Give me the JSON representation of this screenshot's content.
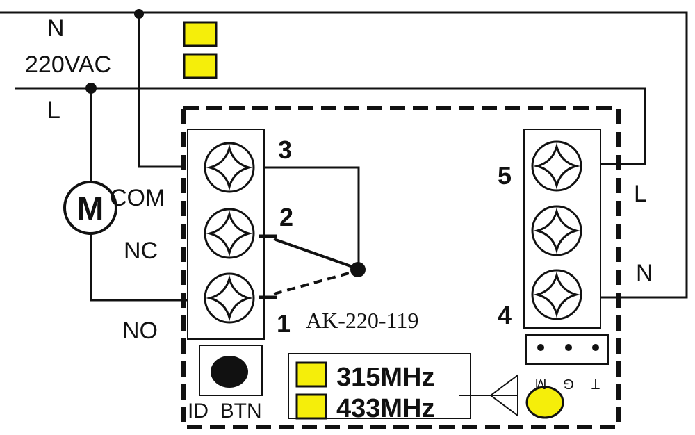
{
  "mains": {
    "neutral_label": "N",
    "voltage_label": "220VAC",
    "live_label": "L"
  },
  "motor": {
    "symbol": "M"
  },
  "relay_labels": {
    "com": "COM",
    "nc": "NC",
    "no": "NO"
  },
  "terminals_left": {
    "t3": "3",
    "t2": "2",
    "t1": "1"
  },
  "terminals_right": {
    "t5": "5",
    "t4": "4",
    "live": "L",
    "neutral": "N"
  },
  "module": {
    "model": "AK-220-119",
    "button_label": "ID  BTN",
    "freq_1": "315MHz",
    "freq_2": "433MHz",
    "jumper_labels": [
      "M",
      "G",
      "T"
    ]
  },
  "colors": {
    "line": "#111111",
    "indicator_yellow": "#f5ee0a",
    "background": "#ffffff"
  }
}
